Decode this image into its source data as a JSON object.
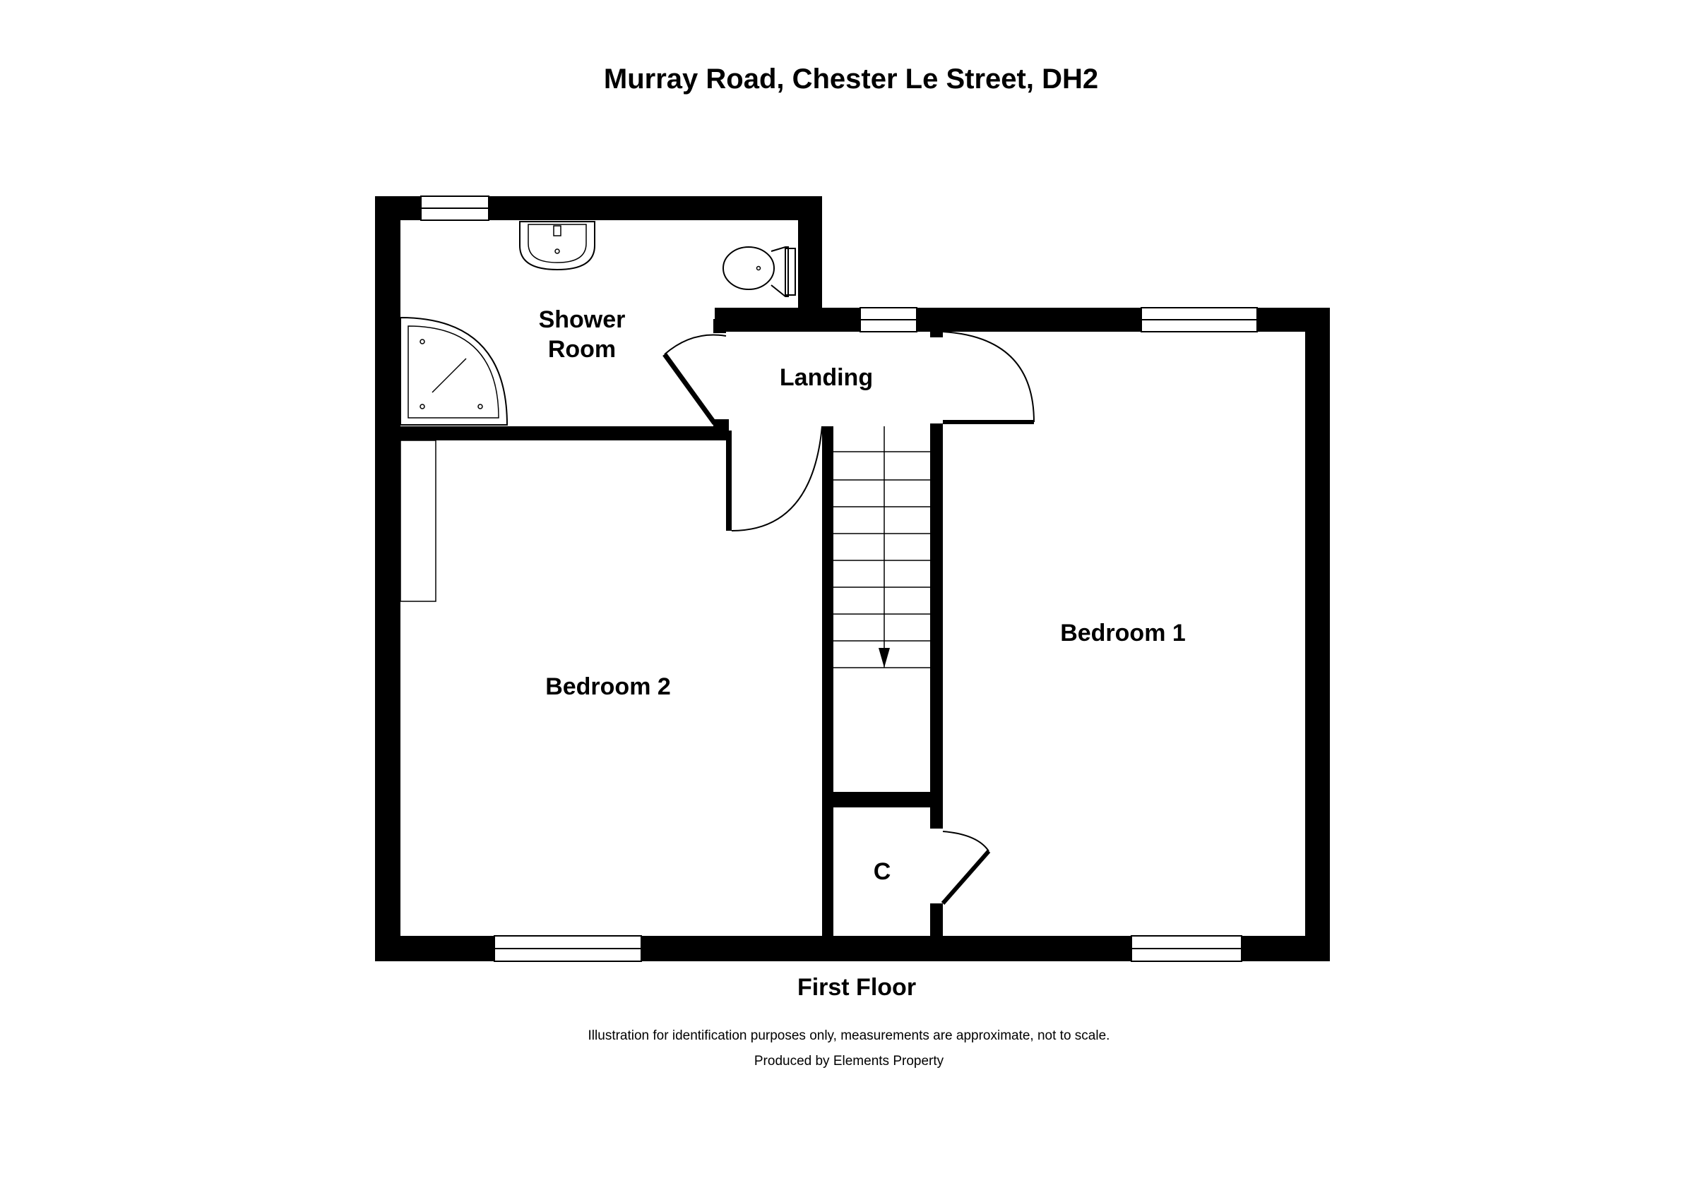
{
  "title": "Murray Road, Chester Le Street, DH2",
  "rooms": {
    "shower_room_line1": "Shower",
    "shower_room_line2": "Room",
    "landing": "Landing",
    "bedroom1": "Bedroom 1",
    "bedroom2": "Bedroom 2",
    "cupboard": "C"
  },
  "floor_label": "First Floor",
  "disclaimer": "Illustration for identification purposes only, measurements are approximate, not to scale.",
  "produced_by": "Produced by Elements Property",
  "colors": {
    "wall": "#000000",
    "background": "#ffffff"
  }
}
